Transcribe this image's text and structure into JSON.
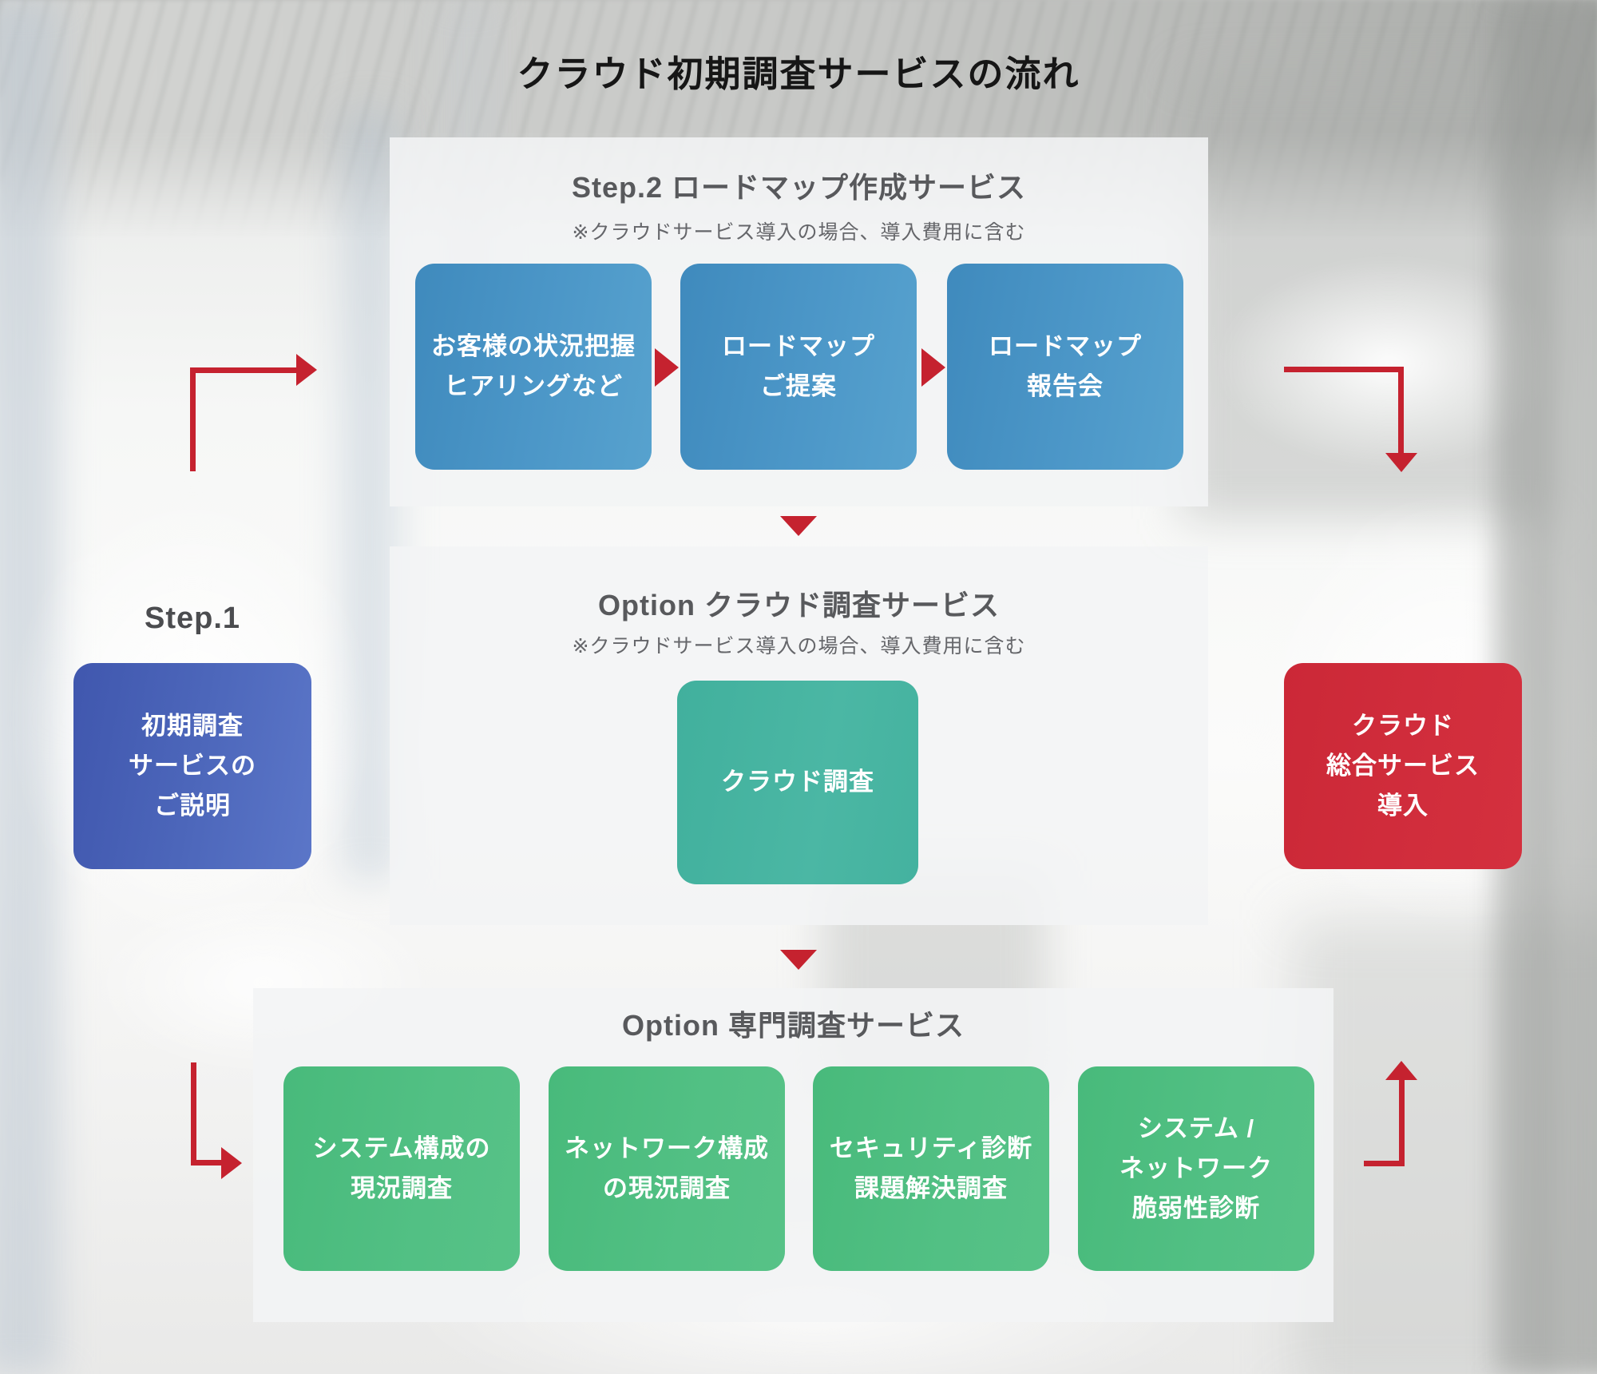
{
  "title": "クラウド初期調査サービスの流れ",
  "flow": {
    "step2": {
      "heading": "Step.2 ロードマップ作成サービス",
      "note": "※クラウドサービス導入の場合、導入費用に含む",
      "boxes": [
        "お客様の状況把握\nヒアリングなど",
        "ロードマップ\nご提案",
        "ロードマップ\n報告会"
      ]
    },
    "option_cloud": {
      "heading": "Option クラウド調査サービス",
      "note": "※クラウドサービス導入の場合、導入費用に含む",
      "boxes": [
        "クラウド調査"
      ]
    },
    "option_expert": {
      "heading": "Option 専門調査サービス",
      "boxes": [
        "システム構成の\n現況調査",
        "ネットワーク構成\nの現況調査",
        "セキュリティ診断\n課題解決調査",
        "システム /\nネットワーク\n脆弱性診断"
      ]
    },
    "step1": {
      "label": "Step.1",
      "box": "初期調査\nサービスの\nご説明"
    },
    "goal": {
      "box": "クラウド\n総合サービス\n導入"
    }
  },
  "icons": {
    "arrow_right": "▶",
    "arrow_down": "▼",
    "arrow_up": "▲"
  },
  "colors": {
    "arrow_red": "#c5222f",
    "box_blue": "#4793c4",
    "box_teal": "#45b3a0",
    "box_green": "#50bf82",
    "box_indigo": "#4c66ba",
    "box_red": "#d02c3b",
    "heading_gray": "#58595c",
    "note_gray": "#65666a",
    "title_black": "#161616",
    "panel_bg": "#f3f4f5"
  }
}
